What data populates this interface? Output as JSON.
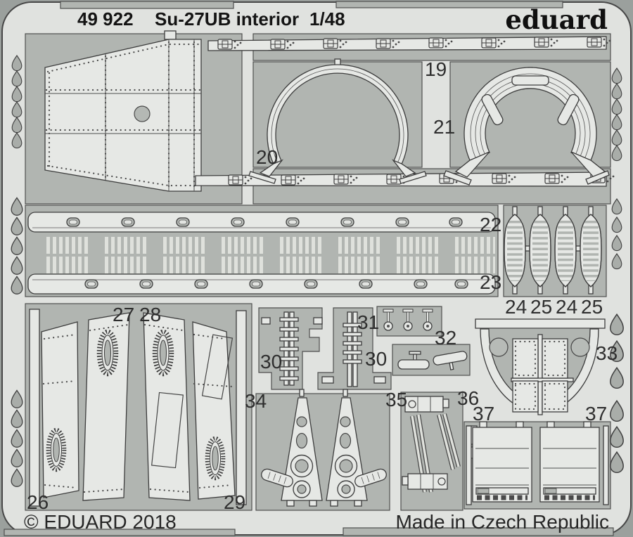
{
  "header": {
    "catalog_number": "49 922",
    "product_name": "Su-27UB interior",
    "scale": "1/48",
    "brand": "eduard"
  },
  "footer": {
    "copyright": "© EDUARD 2018",
    "made_in": "Made in Czech Republic"
  },
  "part_labels": {
    "n19": "19",
    "n20": "20",
    "n21": "21",
    "n22": "22",
    "n23": "23",
    "n24a": "24",
    "n25a": "25",
    "n24b": "24",
    "n25b": "25",
    "n26": "26",
    "n27": "27",
    "n28": "28",
    "n29": "29",
    "n30a": "30",
    "n30b": "30",
    "n31": "31",
    "n32": "32",
    "n33": "33",
    "n34": "34",
    "n35": "35",
    "n36": "36",
    "n37a": "37",
    "n37b": "37"
  },
  "colors": {
    "background": "#9ba09d",
    "sheet": "#e0e2df",
    "etched_region": "#b1b5b1",
    "part_fill": "#e6e8e5",
    "outline": "#3d3d3d",
    "text": "#141414"
  }
}
